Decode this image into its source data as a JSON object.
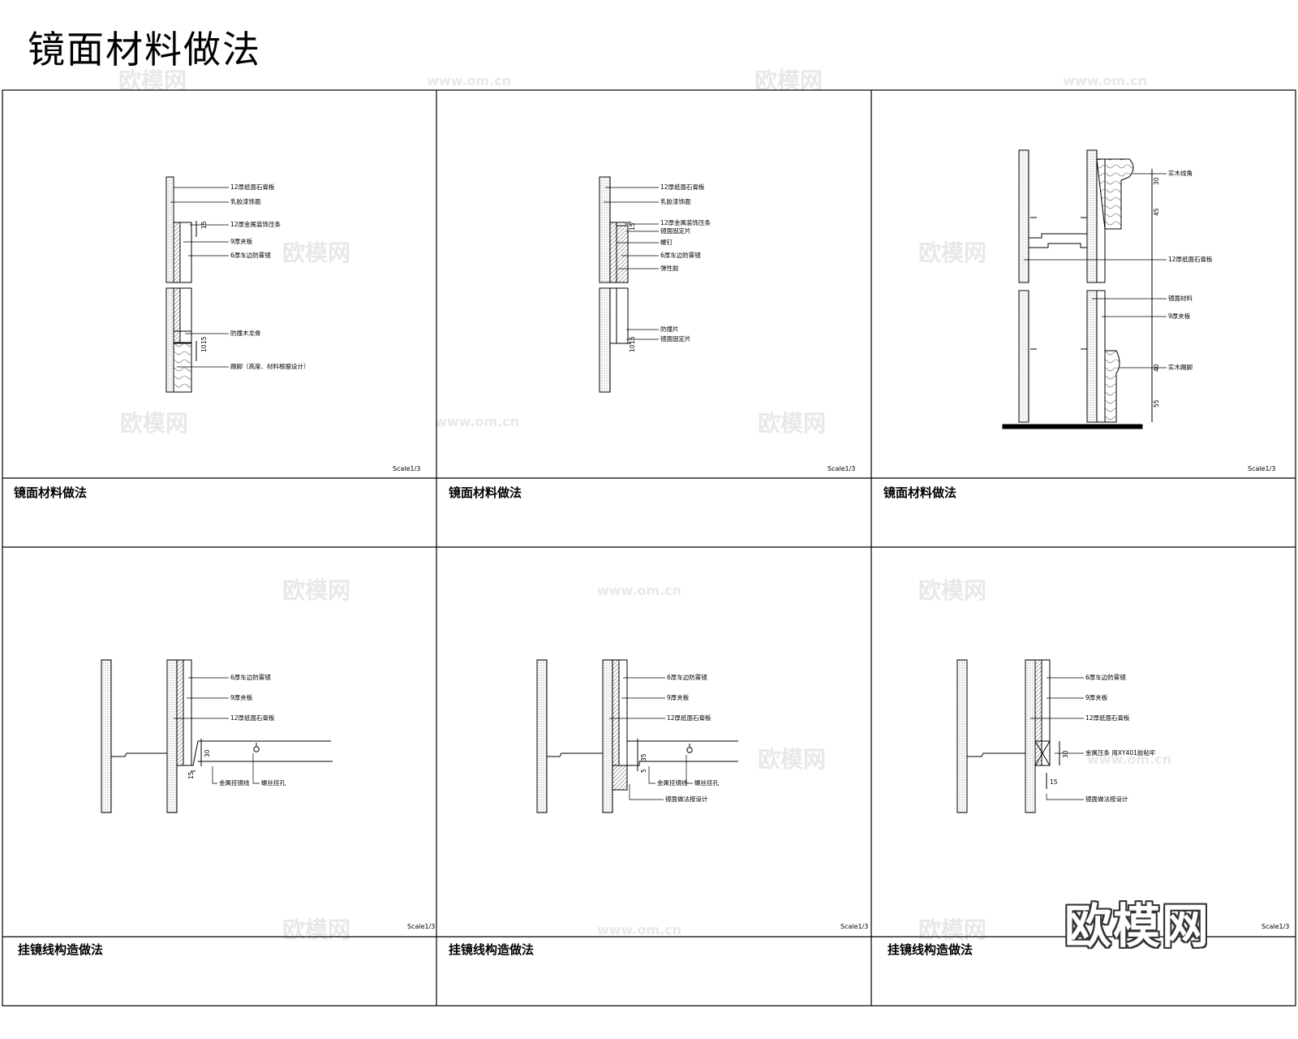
{
  "page_title": "镜面材料做法",
  "cells": [
    {
      "title": "镜面材料做法",
      "scale": "Scale1/3",
      "labels": [
        "12厚纸面石膏板",
        "乳胶漆饰面",
        "12厚金属装饰压条",
        "9厚夹板",
        "6厚车边防雾镜",
        "防撞木龙骨",
        "踢脚（高度、材料根据设计）"
      ],
      "dims": [
        "15",
        "10",
        "15"
      ]
    },
    {
      "title": "镜面材料做法",
      "scale": "Scale1/3",
      "labels": [
        "12厚纸面石膏板",
        "乳胶漆饰面",
        "12厚金属装饰压条",
        "镜面固定片",
        "螺钉",
        "6厚车边防雾镜",
        "弹性胶",
        "防撞片",
        "镜面固定片"
      ],
      "dims": [
        "15",
        "10",
        "15"
      ]
    },
    {
      "title": "镜面材料做法",
      "scale": "Scale1/3",
      "labels": [
        "实木线角",
        "12厚纸面石膏板",
        "镜面材料",
        "9厚夹板",
        "实木踢脚"
      ],
      "dims": [
        "30",
        "45",
        "40",
        "55"
      ]
    },
    {
      "title": "挂镜线构造做法",
      "scale": "Scale1/3",
      "labels": [
        "6厚车边防雾镜",
        "9厚夹板",
        "12厚纸面石膏板",
        "金属挂镜线",
        "螺丝挂孔"
      ],
      "dims": [
        "30",
        "15"
      ]
    },
    {
      "title": "挂镜线构造做法",
      "scale": "Scale1/3",
      "labels": [
        "6厚车边防雾镜",
        "9厚夹板",
        "12厚纸面石膏板",
        "金属挂镜线",
        "螺丝挂孔",
        "镜面做法按设计"
      ],
      "dims": [
        "35",
        "5"
      ]
    },
    {
      "title": "挂镜线构造做法",
      "scale": "Scale1/3",
      "labels": [
        "6厚车边防雾镜",
        "9厚夹板",
        "12厚纸面石膏板",
        "金属压条  用XY401胶粘牢",
        "镜面做法按设计"
      ],
      "dims": [
        "30",
        "15"
      ]
    }
  ],
  "watermarks": [
    "欧模网",
    "www.om.cn"
  ],
  "brand_logo": "欧模网"
}
